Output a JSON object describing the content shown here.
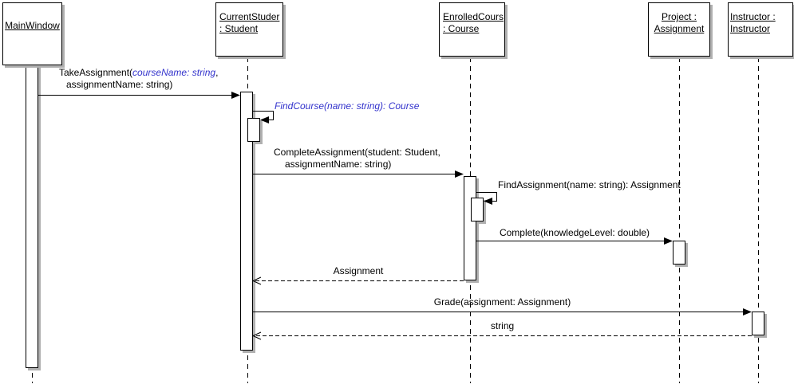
{
  "diagram": {
    "type": "uml-sequence-diagram",
    "colors": {
      "background": "#ffffff",
      "line": "#000000",
      "shadow": "#b0b0b0",
      "italic_message_blue": "#3333cc"
    },
    "lifelines": [
      {
        "id": "mainwindow",
        "lines": [
          "MainWindow"
        ]
      },
      {
        "id": "currentstudent",
        "lines": [
          "CurrentStuder",
          ": Student"
        ]
      },
      {
        "id": "enrolledcourse",
        "lines": [
          "EnrolledCours",
          ": Course"
        ]
      },
      {
        "id": "project",
        "lines": [
          "Project :",
          "Assignment"
        ]
      },
      {
        "id": "instructor",
        "lines": [
          "Instructor :",
          "Instructor"
        ]
      }
    ],
    "messages": {
      "take_assignment": {
        "pre": "TakeAssignment(",
        "param": "courseName: string",
        "post": ",",
        "line2": "assignmentName: string)"
      },
      "find_course": {
        "label": "FindCourse(name: string): Course"
      },
      "complete_assignment": {
        "line1": "CompleteAssignment(student: Student,",
        "line2": "assignmentName: string)"
      },
      "find_assignment": {
        "label": "FindAssignment(name: string): Assignment"
      },
      "complete": {
        "label": "Complete(knowledgeLevel: double)"
      },
      "return_assignment": {
        "label": "Assignment"
      },
      "grade": {
        "label": "Grade(assignment: Assignment)"
      },
      "return_string": {
        "label": "string"
      }
    }
  }
}
